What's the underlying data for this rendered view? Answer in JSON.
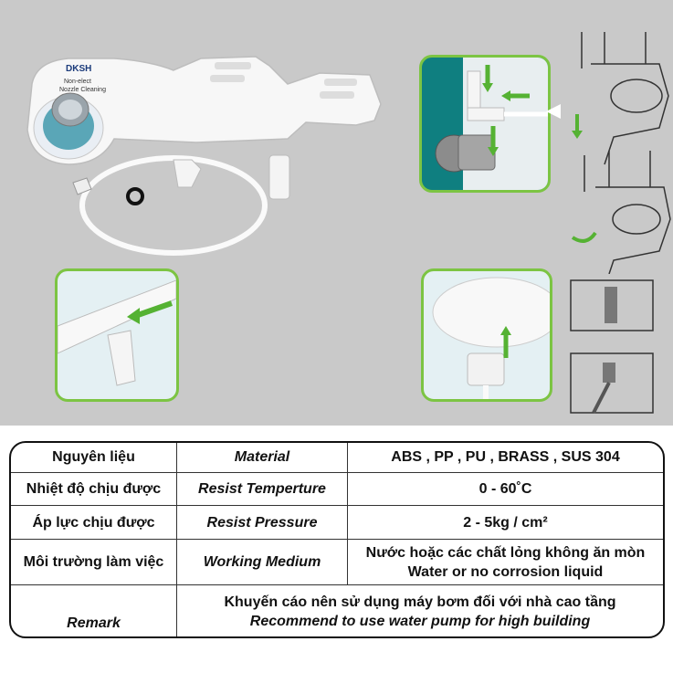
{
  "product": {
    "brand": "DKSH",
    "panel_lines": [
      "Non-elect",
      "Nozzle Cleaning"
    ]
  },
  "specs": [
    {
      "vi": "Nguyên liệu",
      "en": "Material",
      "value": "ABS , PP , PU , BRASS , SUS 304"
    },
    {
      "vi": "Nhiệt độ chịu được",
      "en": "Resist Temperture",
      "value": "0 - 60˚C"
    },
    {
      "vi": "Áp lực chịu được",
      "en": "Resist Pressure",
      "value": "2 - 5kg / cm²"
    },
    {
      "vi": "Môi trường làm việc",
      "en": "Working Medium",
      "value_vi": "Nước hoặc các chất lỏng không ăn mòn",
      "value_en": "Water or no corrosion liquid"
    }
  ],
  "remark": {
    "label": "Remark",
    "vi": "Khuyến cáo nên sử dụng máy bơm đối với nhà cao tầng",
    "en": "Recommend to use water pump for high building"
  },
  "colors": {
    "frame": "#7cc443",
    "arrow": "#55b233",
    "background": "#c9c9c9"
  }
}
